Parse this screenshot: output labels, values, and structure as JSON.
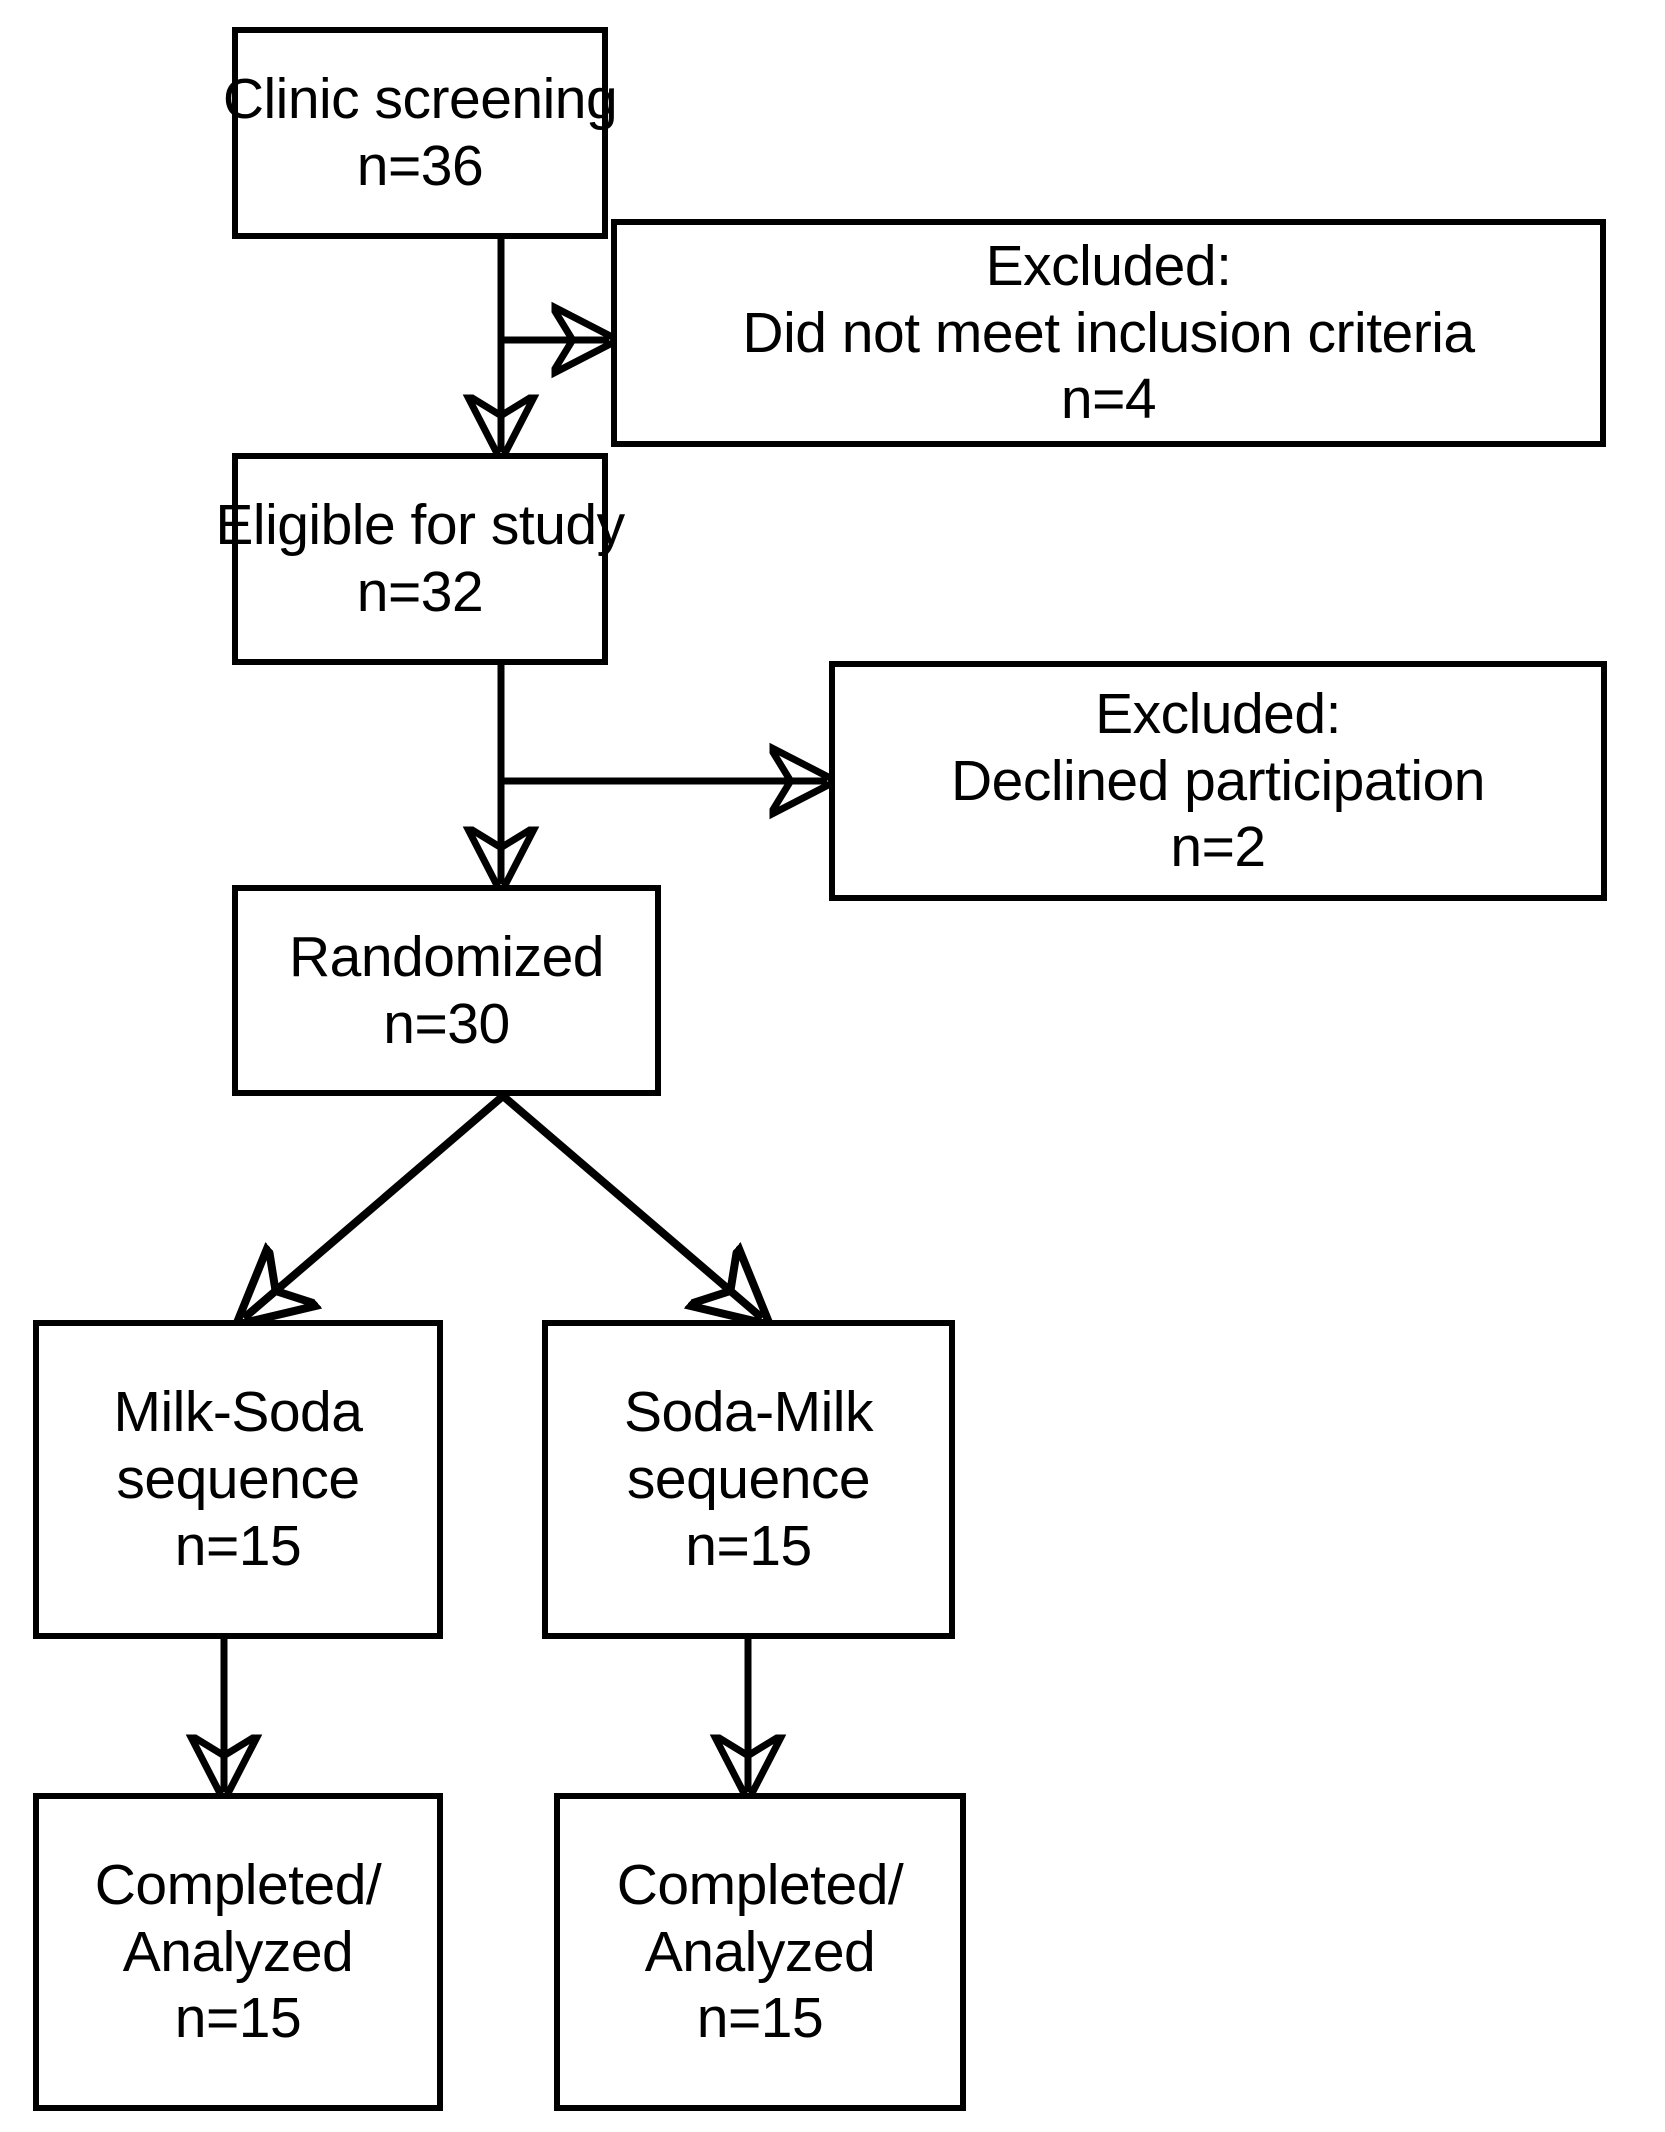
{
  "diagram": {
    "title": "CONSORT participant flow diagram",
    "background_color": "#ffffff",
    "line_color": "#000000",
    "text_color": "#000000",
    "nodes": {
      "clinic_screening": {
        "line1": "Clinic screening",
        "line2": "n=36",
        "count": 36
      },
      "excluded_inclusion": {
        "line1": "Excluded:",
        "line2": "Did not meet inclusion criteria",
        "line3": "n=4",
        "count": 4
      },
      "eligible": {
        "line1": "Eligible for study",
        "line2": "n=32",
        "count": 32
      },
      "excluded_declined": {
        "line1": "Excluded:",
        "line2": "Declined participation",
        "line3": "n=2",
        "count": 2
      },
      "randomized": {
        "line1": "Randomized",
        "line2": "n=30",
        "count": 30
      },
      "milk_soda": {
        "line1": "Milk-Soda",
        "line2": "sequence",
        "line3": "n=15",
        "count": 15
      },
      "soda_milk": {
        "line1": "Soda-Milk",
        "line2": "sequence",
        "line3": "n=15",
        "count": 15
      },
      "completed_left": {
        "line1": "Completed/",
        "line2": "Analyzed",
        "line3": "n=15",
        "count": 15
      },
      "completed_right": {
        "line1": "Completed/",
        "line2": "Analyzed",
        "line3": "n=15",
        "count": 15
      }
    }
  }
}
